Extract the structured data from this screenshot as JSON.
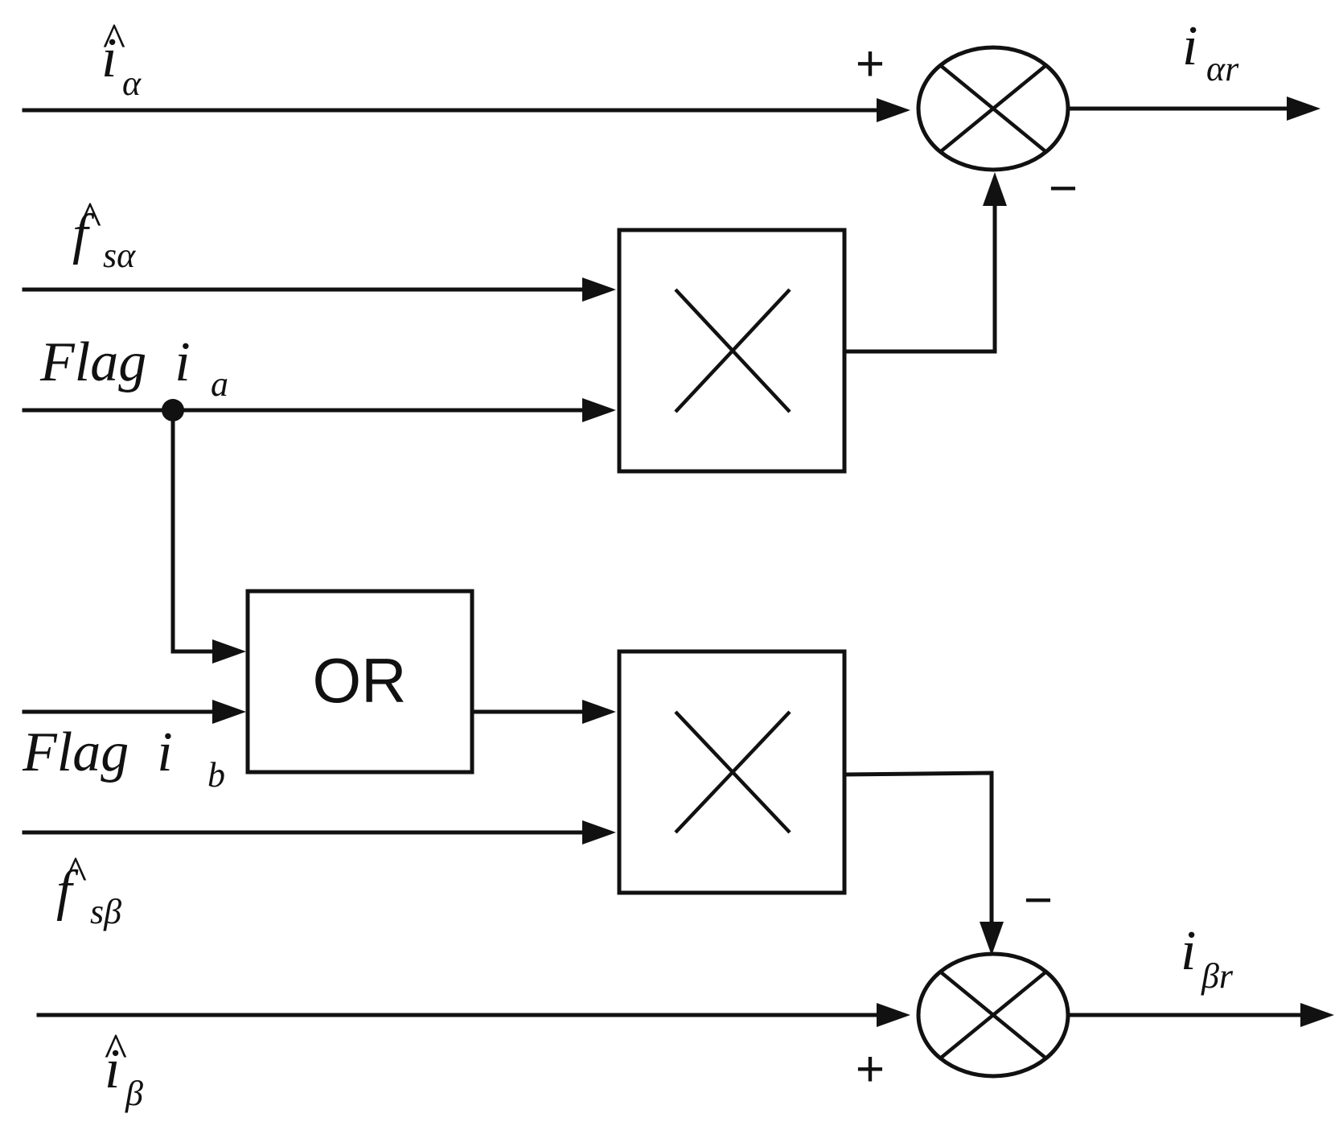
{
  "labels": {
    "i_alpha_hat": {
      "main": "i",
      "sub": "α",
      "hat": "^"
    },
    "f_s_alpha_hat": {
      "main": "f",
      "sub": "sα",
      "hat": "^"
    },
    "flag_ia": {
      "main": "Flag  i",
      "sub": "a"
    },
    "flag_ib": {
      "main": "Flag  i",
      "sub": "b"
    },
    "f_s_beta_hat": {
      "main": "f",
      "sub": "sβ",
      "hat": "^"
    },
    "i_beta_hat": {
      "main": "i",
      "sub": "β",
      "hat": "^"
    },
    "i_alpha_r": {
      "main": "i",
      "sub": "αr"
    },
    "i_beta_r": {
      "main": "i",
      "sub": "βr"
    }
  },
  "signs": {
    "top_plus": "+",
    "top_minus": "−",
    "bottom_minus": "−",
    "bottom_plus": "+"
  },
  "blocks": {
    "or_label": "OR"
  }
}
